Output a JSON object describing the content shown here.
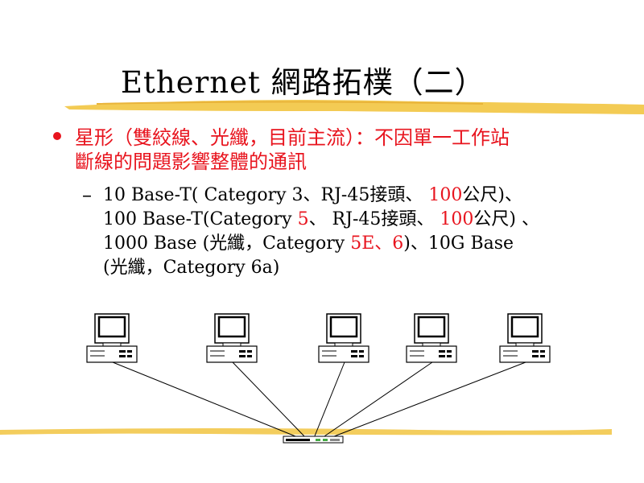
{
  "title": "Ethernet 網路拓樸（二）",
  "colors": {
    "accent_red": "#e8141e",
    "highlight_yellow": "#f2c84b",
    "text": "#000000"
  },
  "bullet": {
    "text_line1": "星形（雙絞線、光纖，目前主流）：不因單一工作站",
    "text_line2": "斷線的問題影響整體的通訊"
  },
  "sub_item": {
    "dash": "–",
    "line1": {
      "a": "10 Base-T( Category 3、RJ-45接頭、 ",
      "b_red": "100",
      "c": "公尺)、"
    },
    "line2": {
      "a": "100 Base-T(Category ",
      "b_red": "5",
      "c": "、 RJ-45接頭、 ",
      "d_red": "100",
      "e": "公尺) 、"
    },
    "line3": {
      "a": " 1000 Base (光纖，Category ",
      "b_red": "5E、6",
      "c": ")、10G Base"
    },
    "line4": {
      "a": "(光纖，Category 6a)"
    }
  },
  "diagram": {
    "computers": [
      "pc-1",
      "pc-2",
      "pc-3",
      "pc-4",
      "pc-5"
    ],
    "hub_icon": "hub-icon",
    "computer_icon": "computer-icon"
  }
}
